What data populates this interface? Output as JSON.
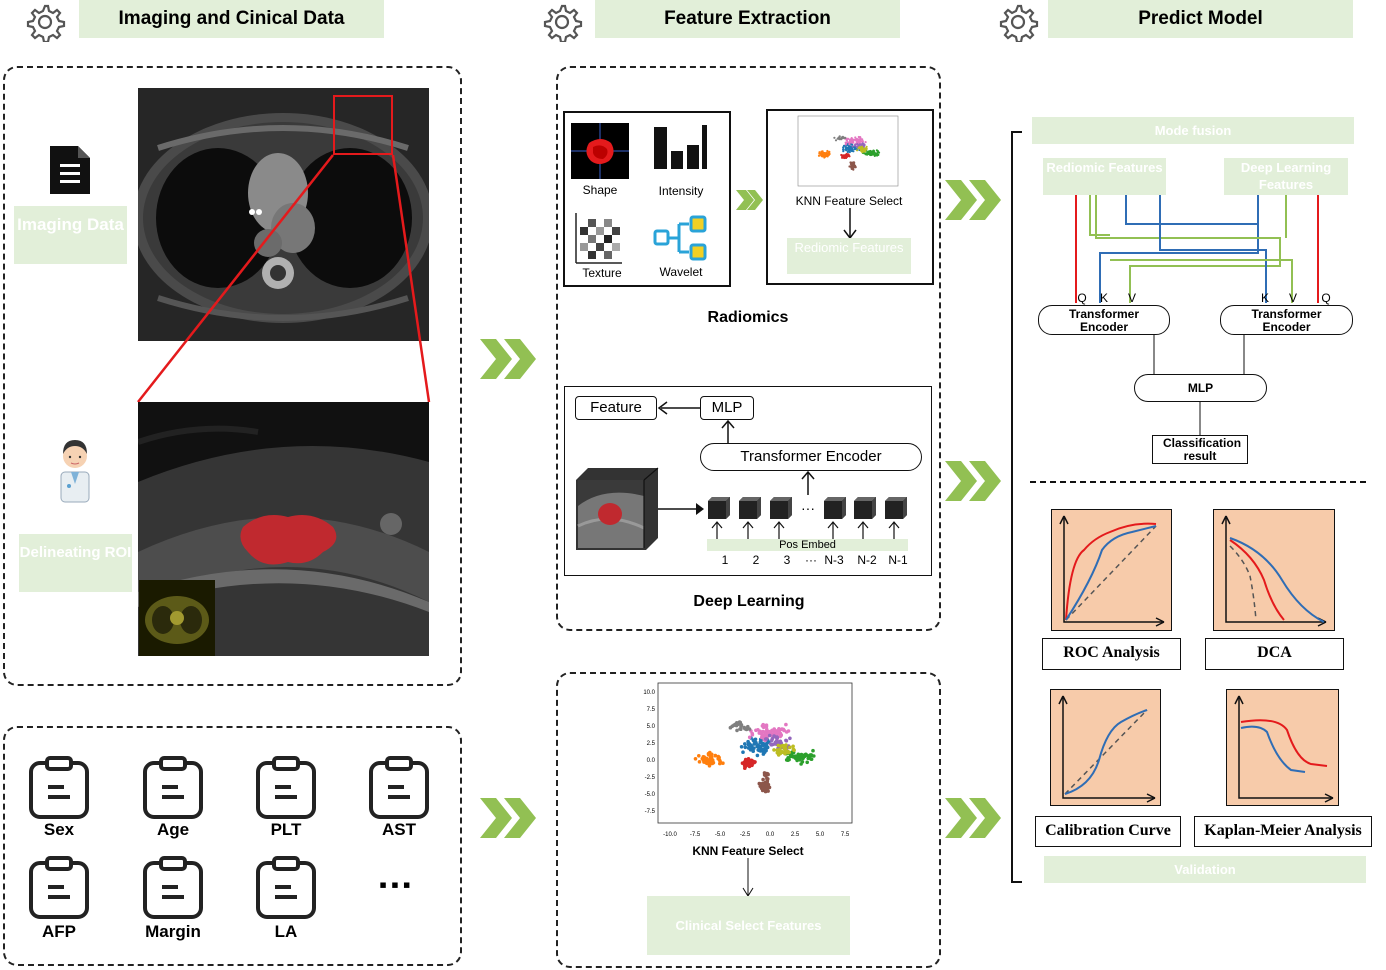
{
  "headers": {
    "col1": "Imaging and Cinical Data",
    "col2": "Feature Extraction",
    "col3": "Predict Model"
  },
  "imaging": {
    "imaging_data_label": "Imaging Data",
    "delineating_label": "Delineating ROI"
  },
  "clinical": {
    "items": [
      "Sex",
      "Age",
      "PLT",
      "AST",
      "AFP",
      "Margin",
      "LA"
    ],
    "more": "▪▪▪"
  },
  "radiomics": {
    "shape": "Shape",
    "intensity": "Intensity",
    "texture": "Texture",
    "wavelet": "Wavelet",
    "knn_label": "KNN Feature Select",
    "features_label": "Rediomic Features",
    "title": "Radiomics"
  },
  "deep_learning": {
    "feature_box": "Feature",
    "mlp_box": "MLP",
    "encoder_box": "Transformer Encoder",
    "pos_embed": "Pos Embed",
    "token_numbers": [
      "1",
      "2",
      "3",
      "···",
      "N-3",
      "N-2",
      "N-1"
    ],
    "ellipsis": "···",
    "title": "Deep Learning"
  },
  "clinical_features": {
    "knn_label": "KNN Feature Select",
    "features_label": "Clinical Select Features",
    "x_ticks": [
      "-10.0",
      "-7.5",
      "-5.0",
      "-2.5",
      "0.0",
      "2.5",
      "5.0",
      "7.5"
    ],
    "y_ticks": [
      "10.0",
      "7.5",
      "5.0",
      "2.5",
      "0.0",
      "-2.5",
      "-5.0",
      "-7.5"
    ]
  },
  "fusion": {
    "title": "Mode fusion",
    "radiomic_features": "Rediomic Features",
    "deep_features": "Deep Learning Features",
    "q": "Q",
    "k": "K",
    "v": "V",
    "encoder_left": "Transformer Encoder",
    "encoder_right": "Transformer Encoder",
    "mlp": "MLP",
    "classification": "Classification result"
  },
  "validation": {
    "roc": "ROC Analysis",
    "dca": "DCA",
    "calibration": "Calibration Curve",
    "km": "Kaplan-Meier Analysis",
    "title": "Validation"
  },
  "colors": {
    "header_bg": "#e2efd9",
    "green_box": "#c9e3b5",
    "chevron": "#92c053",
    "red": "#e41a1c",
    "blue": "#2f6db5",
    "plot_bg": "#f7cbaa"
  }
}
